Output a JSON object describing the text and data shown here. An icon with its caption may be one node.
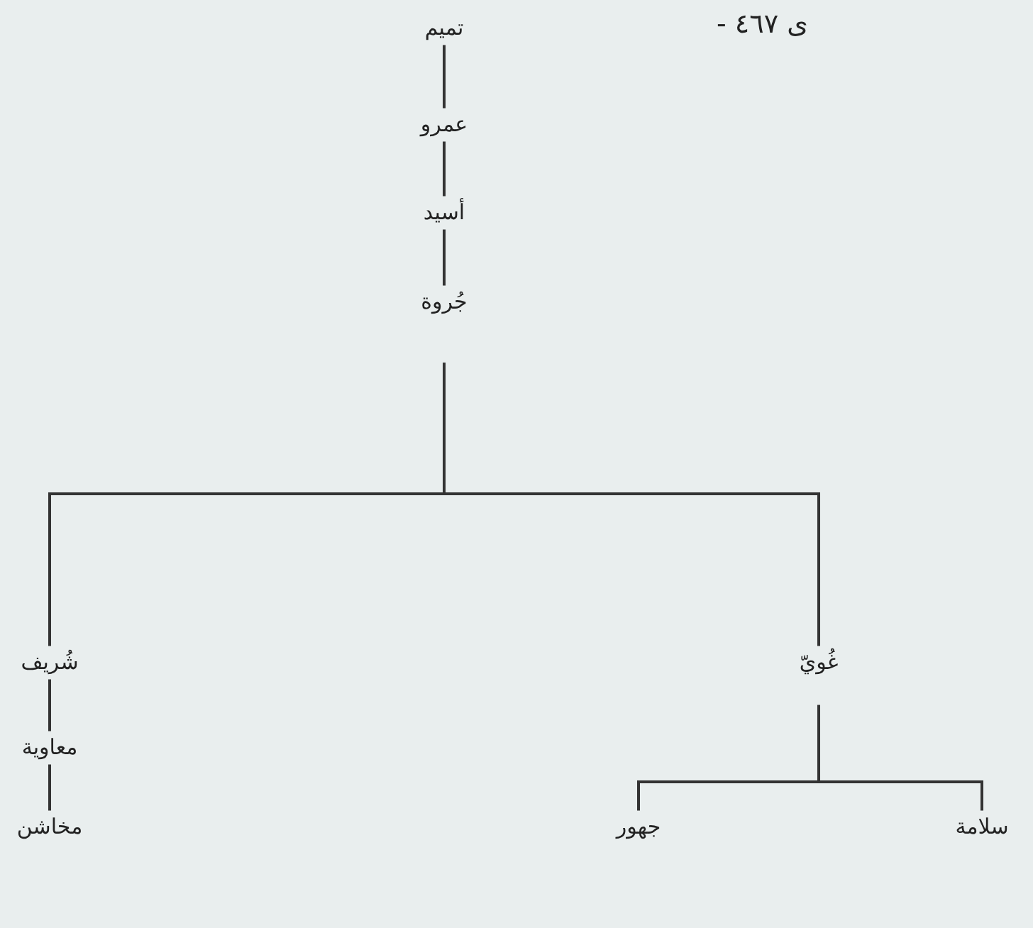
{
  "diagram": {
    "nodes": [
      {
        "text": [
          "تميم"
        ]
      },
      {
        "text": [
          "عمرو"
        ]
      },
      {
        "text": [
          "أسيد"
        ]
      },
      {
        "text": [
          "جُروة"
        ]
      },
      {
        "text": [
          "شُريف"
        ]
      },
      {
        "text": [
          "غُويّ"
        ]
      },
      {
        "text": [
          "معاوية"
        ]
      },
      {
        "text": [
          "مخاشن"
        ]
      },
      {
        "text": [
          "جهور"
        ]
      },
      {
        "text": [
          "سلامة"
        ]
      }
    ],
    "edges": [
      {
        "from": 0,
        "to": 1,
        "arrow": "none"
      },
      {
        "from": 1,
        "to": 2,
        "arrow": "none"
      },
      {
        "from": 2,
        "to": 3,
        "arrow": "none"
      },
      {
        "from": 3,
        "to": 4,
        "arrow": "none"
      },
      {
        "from": 3,
        "to": 5,
        "arrow": "none"
      },
      {
        "from": 4,
        "to": 6,
        "arrow": "none"
      },
      {
        "from": 6,
        "to": 7,
        "arrow": "none"
      },
      {
        "from": 5,
        "to": 8,
        "arrow": "none"
      },
      {
        "from": 5,
        "to": 9,
        "arrow": "none"
      }
    ],
    "labels": [
      "ى ٤٦٧ -"
    ]
  }
}
